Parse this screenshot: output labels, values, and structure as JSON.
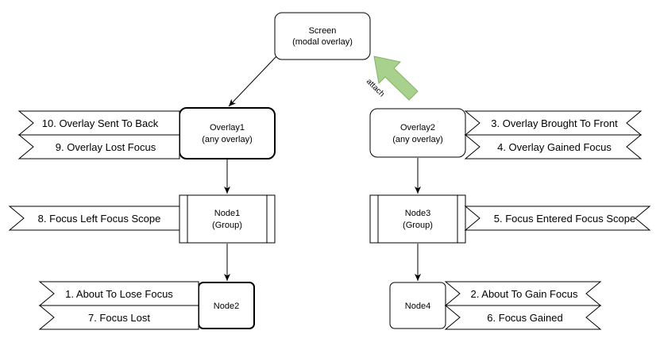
{
  "nodes": {
    "screen": {
      "line1": "Screen",
      "line2": "(modal overlay)"
    },
    "overlay1": {
      "line1": "Overlay1",
      "line2": "(any overlay)"
    },
    "overlay2": {
      "line1": "Overlay2",
      "line2": "(any overlay)"
    },
    "node1": {
      "line1": "Node1",
      "line2": "(Group)"
    },
    "node3": {
      "line1": "Node3",
      "line2": "(Group)"
    },
    "node2": {
      "line1": "Node2"
    },
    "node4": {
      "line1": "Node4"
    }
  },
  "edges": {
    "attach_label": "attach",
    "attach_arrow_color": "#a9d18e",
    "attach_arrow_stroke": "#82b366"
  },
  "events": {
    "overlay_sent_to_back": "10. Overlay Sent To Back",
    "overlay_lost_focus": "9. Overlay Lost Focus",
    "focus_left_scope": "8. Focus Left Focus Scope",
    "about_to_lose_focus": "1. About To Lose Focus",
    "focus_lost": "7. Focus Lost",
    "overlay_brought_to_front": "3. Overlay Brought To Front",
    "overlay_gained_focus": "4. Overlay Gained Focus",
    "focus_entered_scope": "5. Focus Entered Focus Scope",
    "about_to_gain_focus": "2. About To Gain Focus",
    "focus_gained": "6. Focus Gained"
  }
}
